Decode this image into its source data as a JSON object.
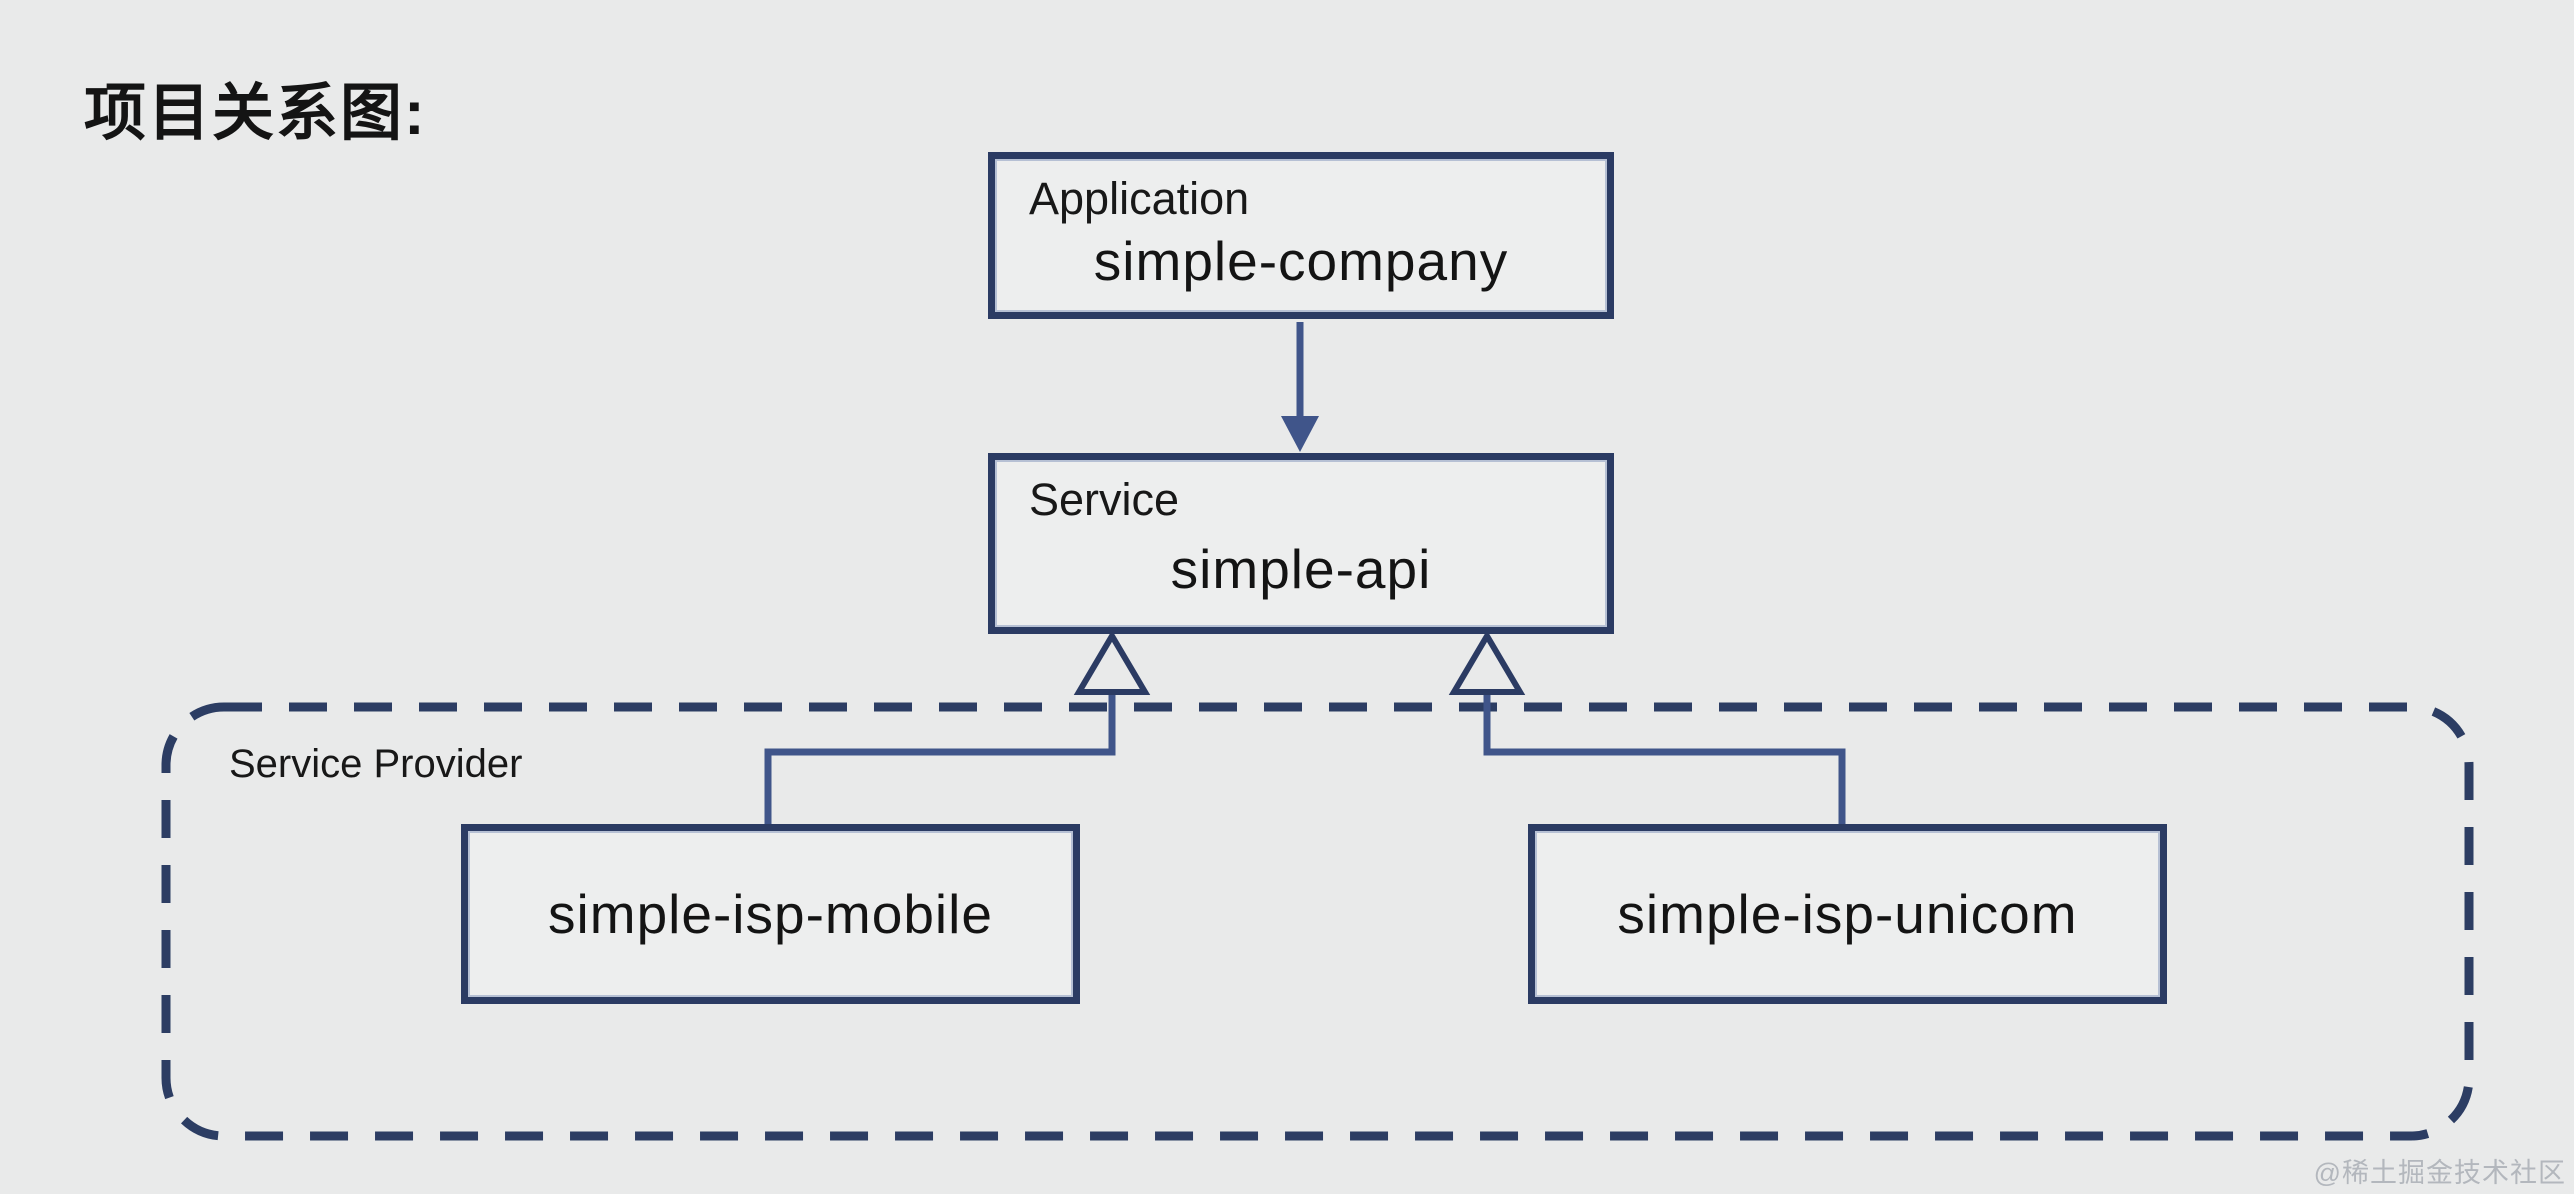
{
  "page": {
    "title": "项目关系图:",
    "watermark": "@稀土掘金技术社区"
  },
  "nodes": {
    "application": {
      "type_label": "Application",
      "name": "simple-company"
    },
    "service": {
      "type_label": "Service",
      "name": "simple-api"
    },
    "provider_group": {
      "label": "Service Provider",
      "providers": [
        {
          "name": "simple-isp-mobile"
        },
        {
          "name": "simple-isp-unicom"
        }
      ]
    }
  },
  "relations": {
    "application_to_service": "depends-on (solid arrow)",
    "providers_to_service": "implements (hollow triangle)"
  },
  "colors": {
    "background": "#e9eaea",
    "box_fill": "#edeeee",
    "box_border": "#2b3b63",
    "connector": "#40558a",
    "dashed_border": "#2c3d63",
    "text": "#1b1b1d",
    "watermark": "#b3b7bd"
  }
}
